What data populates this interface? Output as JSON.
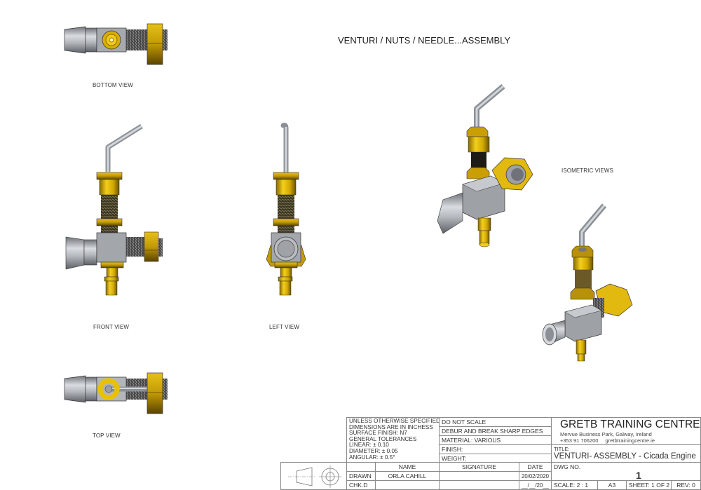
{
  "sheet": {
    "title": "VENTURI / NUTS / NEEDLE...ASSEMBLY",
    "views": {
      "bottom": "BOTTOM VIEW",
      "front": "FRONT VIEW",
      "left": "LEFT  VIEW",
      "top": "TOP VIEW",
      "isometric": "ISOMETRIC VIEWS"
    }
  },
  "title_block": {
    "general_notes": [
      "UNLESS OTHERWISE SPECIFIED:",
      "DIMENSIONS ARE IN INCHESS",
      "SURFACE FINISH: N7",
      "GENERAL TOLERANCES",
      "LINEAR: ± 0.10",
      "DIAMETER: ± 0.05",
      "ANGULAR: ± 0.5°"
    ],
    "notes": {
      "do_not_scale": "DO NOT SCALE",
      "debur": "DEBUR AND BREAK SHARP EDGES",
      "material": "MATERIAL: VARIOUS",
      "finish": "FINISH:",
      "weight": "WEIGHT:"
    },
    "table_headers": {
      "name": "NAME",
      "signature": "SIGNATURE",
      "date": "DATE"
    },
    "rows": [
      {
        "role": "DRAWN",
        "name": "ORLA CAHILL",
        "signature": "",
        "date": "20/02/2020"
      },
      {
        "role": "CHK.D",
        "name": "",
        "signature": "",
        "date": "__/__/20__"
      }
    ],
    "company": {
      "name": "GRETB TRAINING CENTRE",
      "address": "Mervue Business Park, Galway, Ireland",
      "phone": "+353 91 706200",
      "website": "gretbtrainingcentre.ie"
    },
    "title_label": "TITLE:",
    "title_value": "VENTURI- ASSEMBLY - Cicada Engine",
    "dwg_label": "DWG NO.",
    "dwg_value": "1",
    "scale": "SCALE:   2 : 1",
    "size": "A3",
    "sheet_no": "SHEET: 1 OF 2",
    "rev": "REV: 0"
  }
}
